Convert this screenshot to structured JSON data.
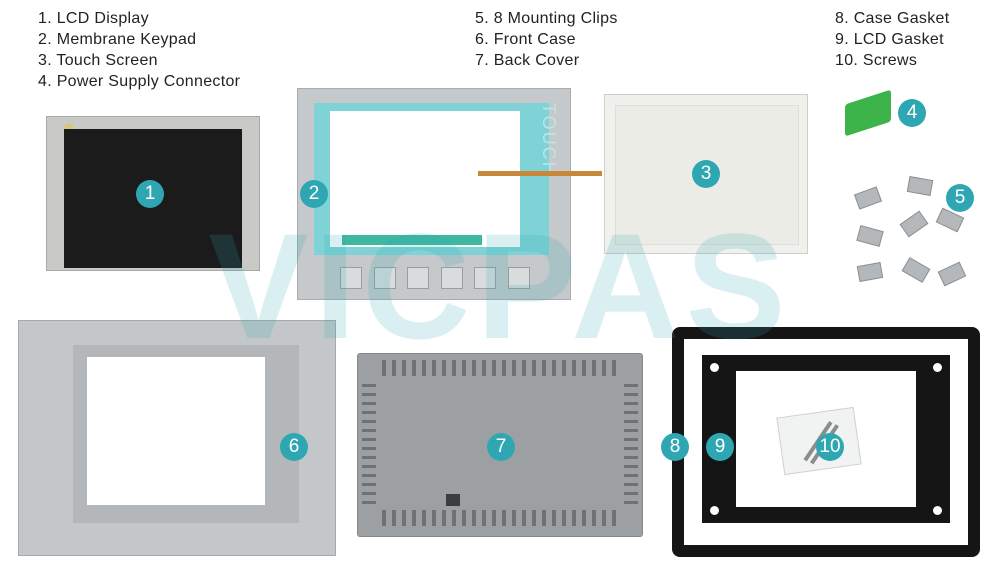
{
  "legend": {
    "column_a": [
      "1. LCD Display",
      "2. Membrane Keypad",
      "3. Touch Screen",
      "4. Power Supply Connector"
    ],
    "column_b": [
      "5. 8 Mounting Clips",
      "6. Front Case",
      "7. Back Cover"
    ],
    "column_c": [
      "8. Case Gasket",
      "9. LCD Gasket",
      "10. Screws"
    ]
  },
  "watermark": "VICPAS",
  "keypad_print": "TOUCH",
  "badges": {
    "b1": "1",
    "b2": "2",
    "b3": "3",
    "b4": "4",
    "b5": "5",
    "b6": "6",
    "b7": "7",
    "b8": "8",
    "b9": "9",
    "b10": "10"
  },
  "colors": {
    "badge": "#2fa7b3",
    "keypad_frame": "#7fd3d6",
    "connector": "#3db44a",
    "gasket": "#151515"
  }
}
